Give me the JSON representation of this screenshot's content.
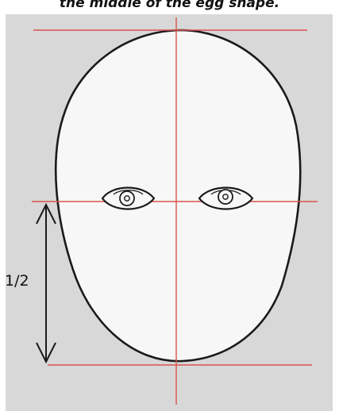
{
  "caption": "the middle of the egg shape.",
  "ratio_label": "1/2",
  "colors": {
    "guide_line": "#d9534f",
    "outline": "#1a1a1a",
    "face_fill": "#f7f7f7",
    "background_panel": "#d8d8d8"
  },
  "icons": {
    "eye": "eye-icon",
    "arrow": "double-headed-arrow"
  }
}
